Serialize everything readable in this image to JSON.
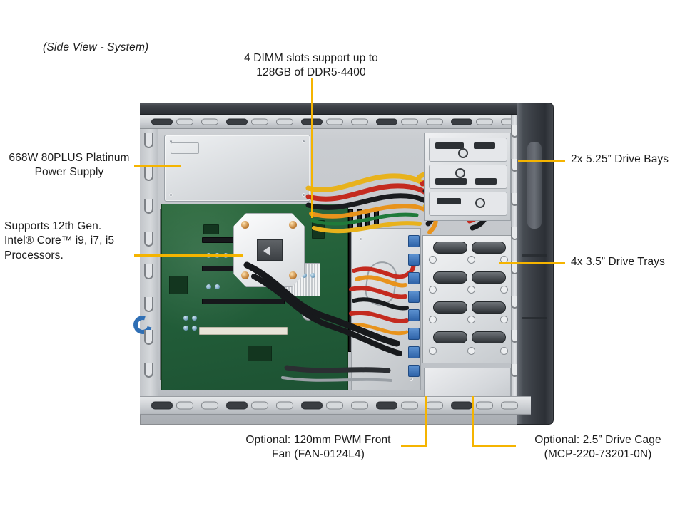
{
  "diagram": {
    "view_title": "(Side View - System)",
    "accent_color": "#f5b400",
    "background_color": "#ffffff"
  },
  "annotations": [
    {
      "id": "dimm",
      "text": "4 DIMM slots support up to\n128GB of DDR5-4400",
      "align": "center",
      "position": "top"
    },
    {
      "id": "power-supply",
      "text": "668W 80PLUS Platinum\nPower Supply",
      "align": "center",
      "position": "left"
    },
    {
      "id": "processors",
      "text": "Supports 12th Gen.\nIntel® Core™ i9, i7, i5\nProcessors.",
      "align": "left",
      "position": "left"
    },
    {
      "id": "drive-bays-525",
      "text": "2x 5.25” Drive Bays",
      "align": "left",
      "position": "right"
    },
    {
      "id": "drive-trays-35",
      "text": "4x 3.5” Drive Trays",
      "align": "left",
      "position": "right"
    },
    {
      "id": "front-fan",
      "text": "Optional: 120mm PWM Front\nFan (FAN-0124L4)",
      "align": "center",
      "position": "bottom"
    },
    {
      "id": "drive-cage-25",
      "text": "Optional: 2.5” Drive Cage\n(MCP-220-73201-0N)",
      "align": "center",
      "position": "bottom"
    }
  ],
  "components": {
    "power_supply": "power-supply-unit",
    "motherboard": "motherboard",
    "cpu_heatsink": "cpu-heatsink",
    "dimm_slots": "dimm-slot-bank",
    "drive_bay_525": "5-25-inch-drive-bay",
    "drive_tray_35": "3-5-inch-drive-tray-cage",
    "drive_cage_25": "2-5-inch-drive-cage",
    "front_bezel": "front-bezel",
    "chassis_rails": "vented-chassis-rail"
  }
}
